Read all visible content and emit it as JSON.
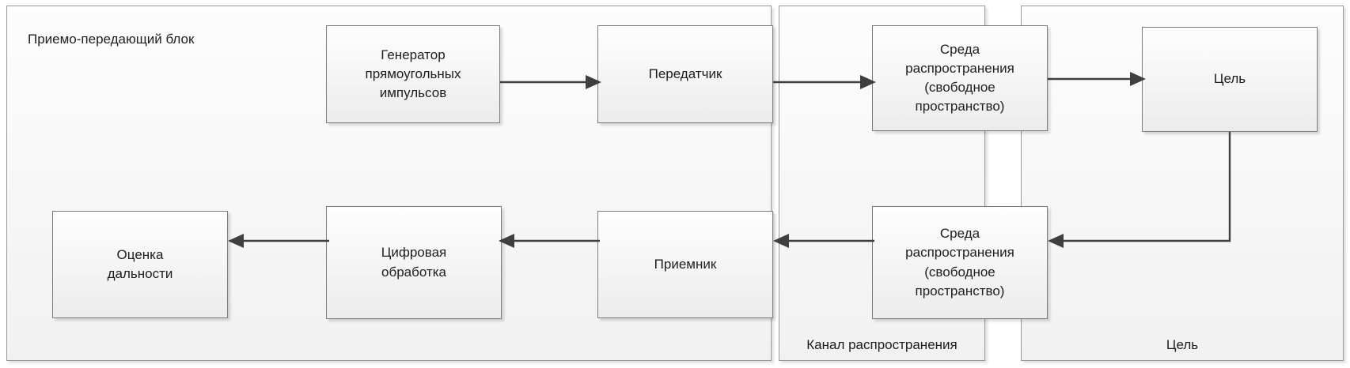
{
  "diagram": {
    "title": "Radar block diagram",
    "groups": [
      {
        "id": "transceiver",
        "label": "Приемо-передающий блок",
        "label_position": "top-left"
      },
      {
        "id": "channel",
        "label": "Канал распространения",
        "label_position": "bottom-center"
      },
      {
        "id": "target-group",
        "label": "Цель",
        "label_position": "bottom-center"
      }
    ],
    "nodes": [
      {
        "id": "pulse-generator",
        "label": "Генератор\nпрямоугольных\nимпульсов"
      },
      {
        "id": "transmitter",
        "label": "Передатчик"
      },
      {
        "id": "medium-forward",
        "label": "Среда\nраспространения\n(свободное\nпространство)"
      },
      {
        "id": "target",
        "label": "Цель"
      },
      {
        "id": "medium-return",
        "label": "Среда\nраспространения\n(свободное\nпространство)"
      },
      {
        "id": "receiver",
        "label": "Приемник"
      },
      {
        "id": "digital-processing",
        "label": "Цифровая\nобработка"
      },
      {
        "id": "range-estimate",
        "label": "Оценка\nдальности"
      }
    ],
    "connections": [
      {
        "id": "gen-to-tx",
        "from": "pulse-generator",
        "to": "transmitter",
        "direction": "right"
      },
      {
        "id": "tx-to-medium",
        "from": "transmitter",
        "to": "medium-forward",
        "direction": "right"
      },
      {
        "id": "medium-to-target",
        "from": "medium-forward",
        "to": "target",
        "direction": "right"
      },
      {
        "id": "target-to-medium",
        "from": "target",
        "to": "medium-return",
        "direction": "down-left"
      },
      {
        "id": "medium-to-rx",
        "from": "medium-return",
        "to": "receiver",
        "direction": "left"
      },
      {
        "id": "rx-to-dsp",
        "from": "receiver",
        "to": "digital-processing",
        "direction": "left"
      },
      {
        "id": "dsp-to-range",
        "from": "digital-processing",
        "to": "range-estimate",
        "direction": "left"
      }
    ],
    "colors": {
      "background": "#ffffff",
      "node_border": "#7d7d7d",
      "group_border": "#9a9a9a",
      "connector": "#3f3f3f",
      "text": "#1d1d1d"
    }
  }
}
